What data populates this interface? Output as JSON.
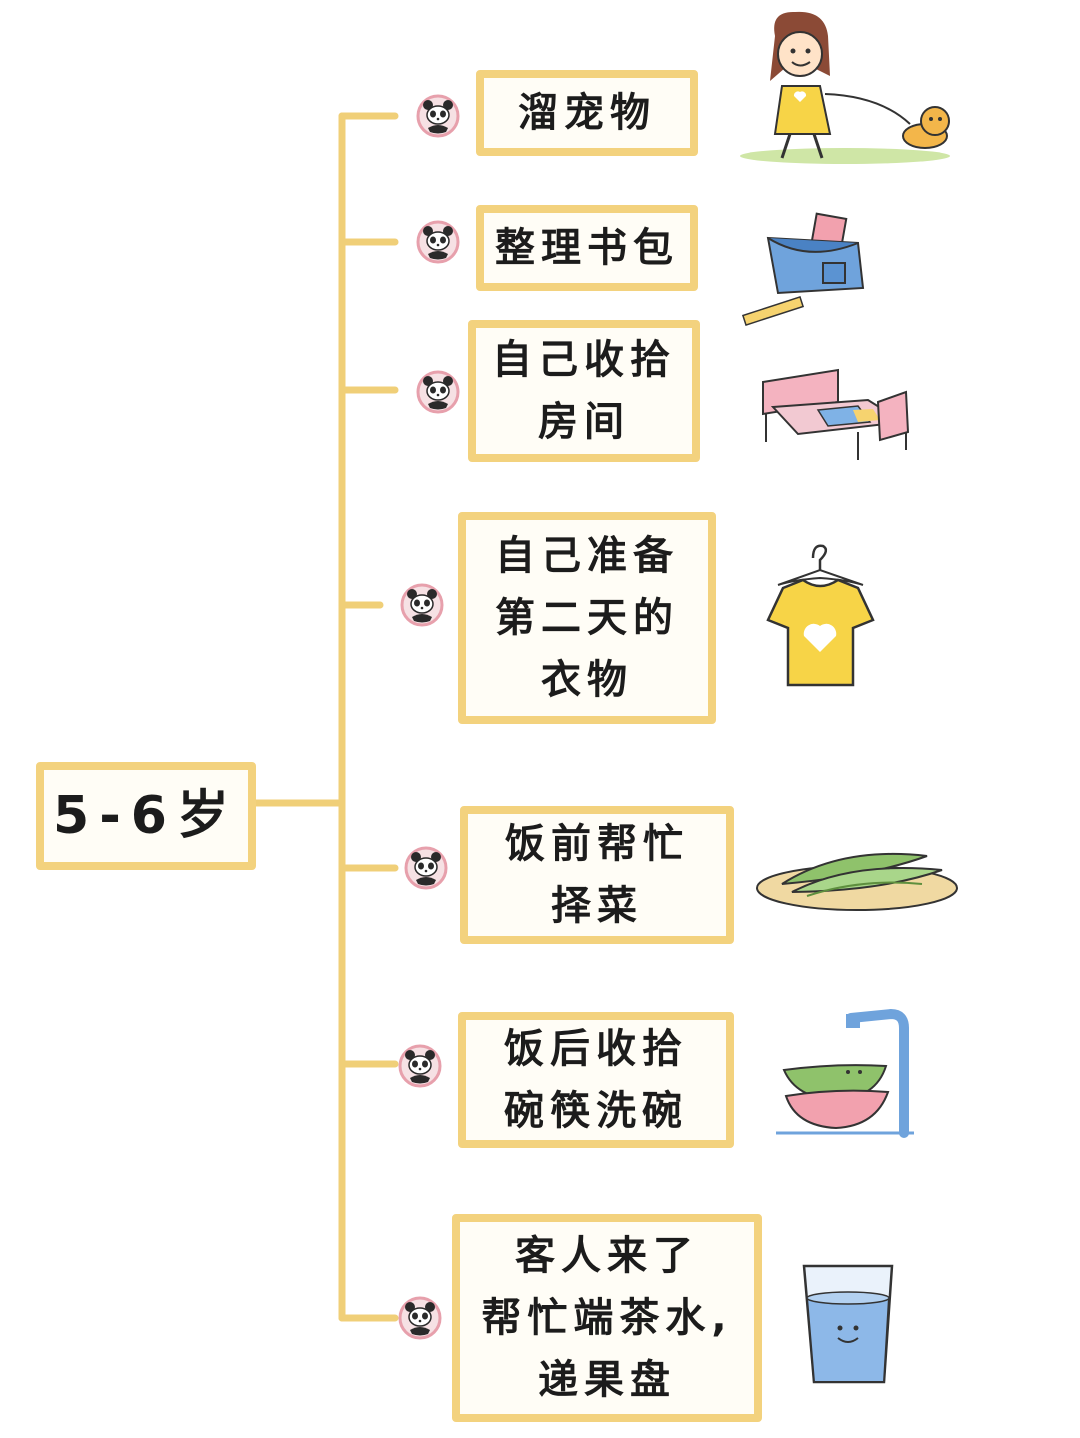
{
  "root": {
    "label": "5-6岁"
  },
  "items": [
    {
      "lines": [
        "溜宠物"
      ],
      "icon": "girl-walking-dog-icon"
    },
    {
      "lines": [
        "整理书包"
      ],
      "icon": "schoolbag-icon"
    },
    {
      "lines": [
        "自己收拾",
        "房间"
      ],
      "icon": "bed-icon"
    },
    {
      "lines": [
        "自己准备",
        "第二天的",
        "衣物"
      ],
      "icon": "tshirt-on-hanger-icon"
    },
    {
      "lines": [
        "饭前帮忙",
        "择菜"
      ],
      "icon": "vegetables-icon"
    },
    {
      "lines": [
        "饭后收拾",
        "碗筷洗碗"
      ],
      "icon": "bowls-under-faucet-icon"
    },
    {
      "lines": [
        "客人来了",
        "帮忙端茶水,",
        "递果盘"
      ],
      "icon": "glass-of-water-icon"
    }
  ],
  "colors": {
    "connector": "#f0cf78",
    "box_border": "#f3d27e",
    "box_fill": "#fffdf6",
    "text": "#1c1c1c",
    "panda_ring": "#e7a0ac"
  }
}
